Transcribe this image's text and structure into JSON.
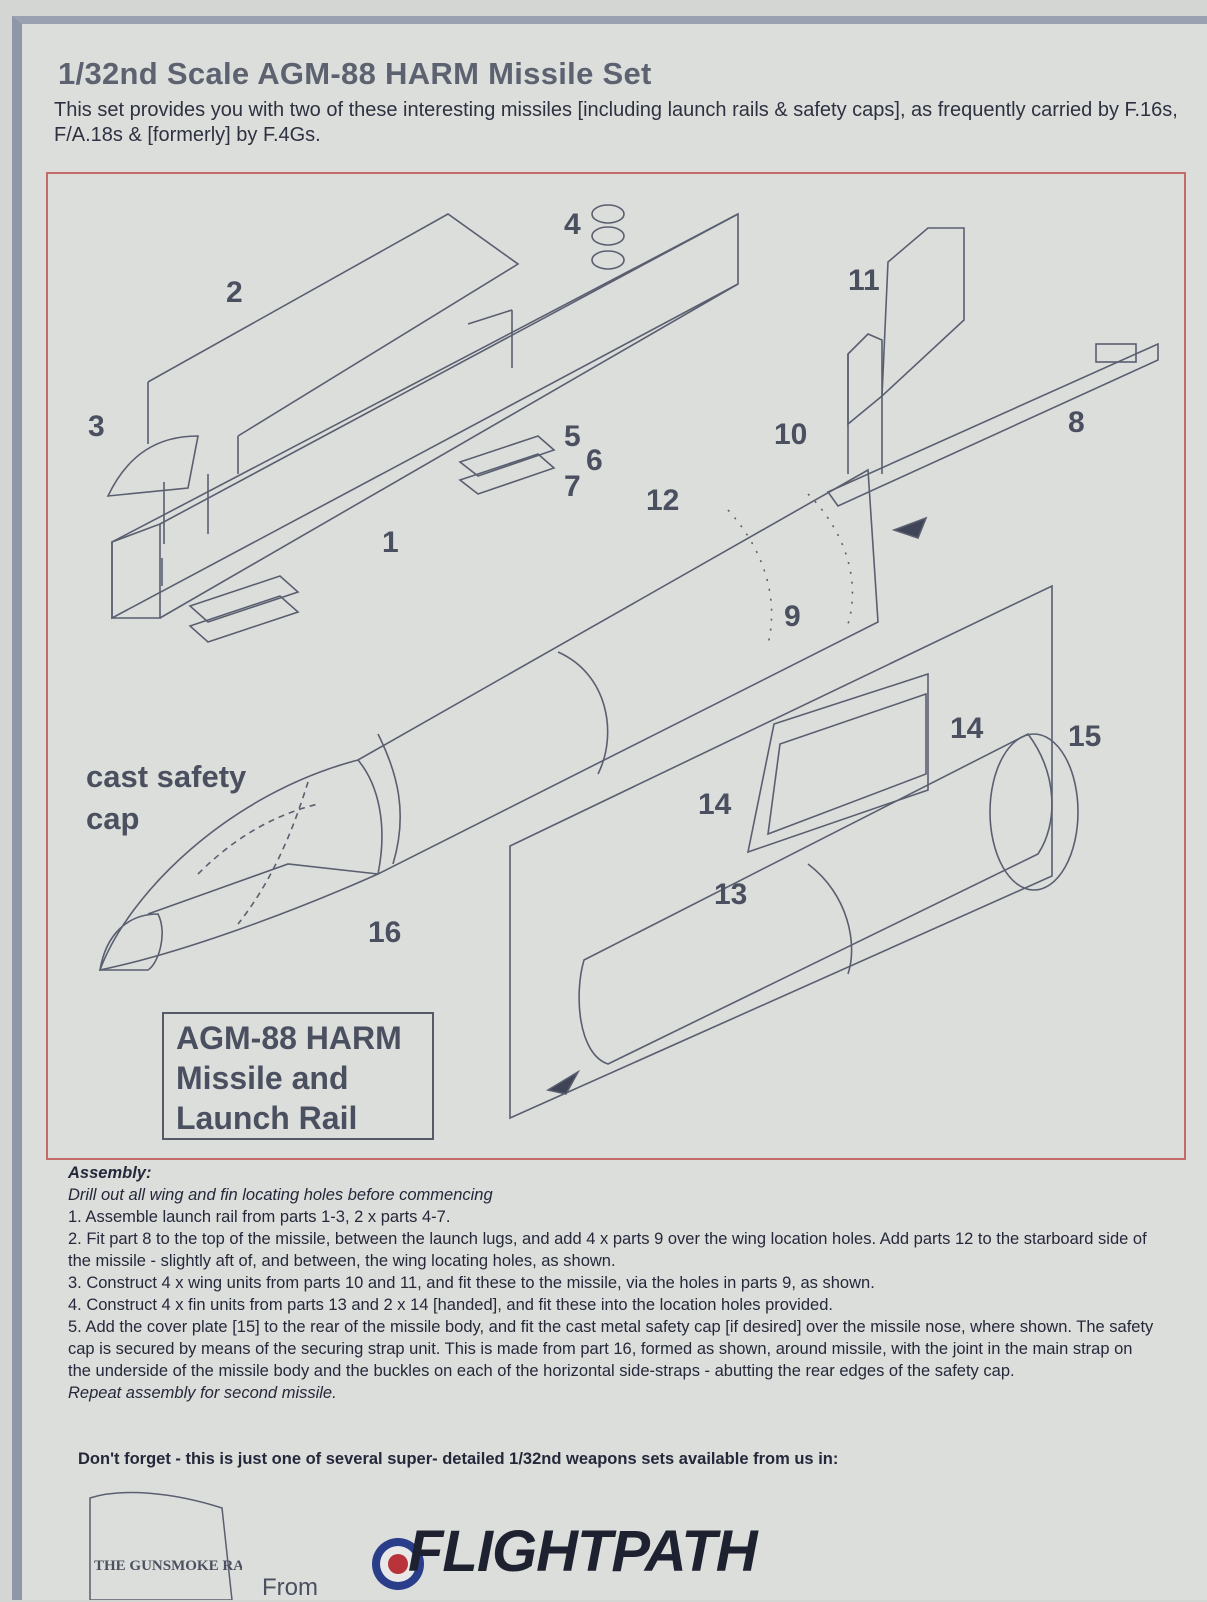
{
  "header": {
    "title": "1/32nd Scale AGM-88 HARM Missile Set",
    "intro": "This set provides you with two of these interesting missiles [including launch rails & safety caps], as frequently carried by F.16s, F/A.18s & [formerly] by F.4Gs."
  },
  "diagram": {
    "part_labels": [
      "1",
      "2",
      "3",
      "4",
      "5",
      "6",
      "7",
      "8",
      "9",
      "10",
      "11",
      "12",
      "13",
      "14",
      "14",
      "15",
      "16"
    ],
    "cap_label": "cast safety cap",
    "name_box": [
      "AGM-88 HARM",
      "Missile and",
      "Launch Rail"
    ]
  },
  "assembly": {
    "heading": "Assembly:",
    "note": "Drill out all wing and fin locating holes before commencing",
    "steps": [
      "1. Assemble launch rail from parts 1-3, 2 x parts 4-7.",
      "2. Fit part 8 to the top of the missile, between the launch lugs, and add 4 x parts 9 over the wing location holes. Add parts 12 to the starboard side of the missile - slightly aft of, and between, the wing locating holes, as shown.",
      "3. Construct 4 x wing units from parts 10 and 11, and fit these to the missile, via the holes in parts 9, as shown.",
      "4. Construct 4 x fin units from parts 13 and 2 x 14 [handed], and fit these into the location holes provided.",
      "5. Add the cover plate [15] to the rear of the missile body, and fit the cast metal safety cap [if desired] over the missile nose, where shown. The safety cap is secured by means of the securing strap unit. This is made from part 16, formed as shown, around missile, with the joint in the main strap on the underside of the missile body and the buckles on each of the horizontal side-straps - abutting the rear edges of the safety cap."
    ],
    "closing": "Repeat assembly for second missile."
  },
  "footer": {
    "reminder": "Don't forget - this is just one of several super- detailed 1/32nd weapons sets available from us in:",
    "gunsmoke_logo_text": "THE GUNSMOKE RANGE",
    "from": "From",
    "flightpath": "FLIGHTPATH"
  },
  "colors": {
    "frame_red": "#c56a6a",
    "ink": "#4b5060",
    "roundel_red": "#b8343a",
    "roundel_blue": "#2a3d8a"
  }
}
